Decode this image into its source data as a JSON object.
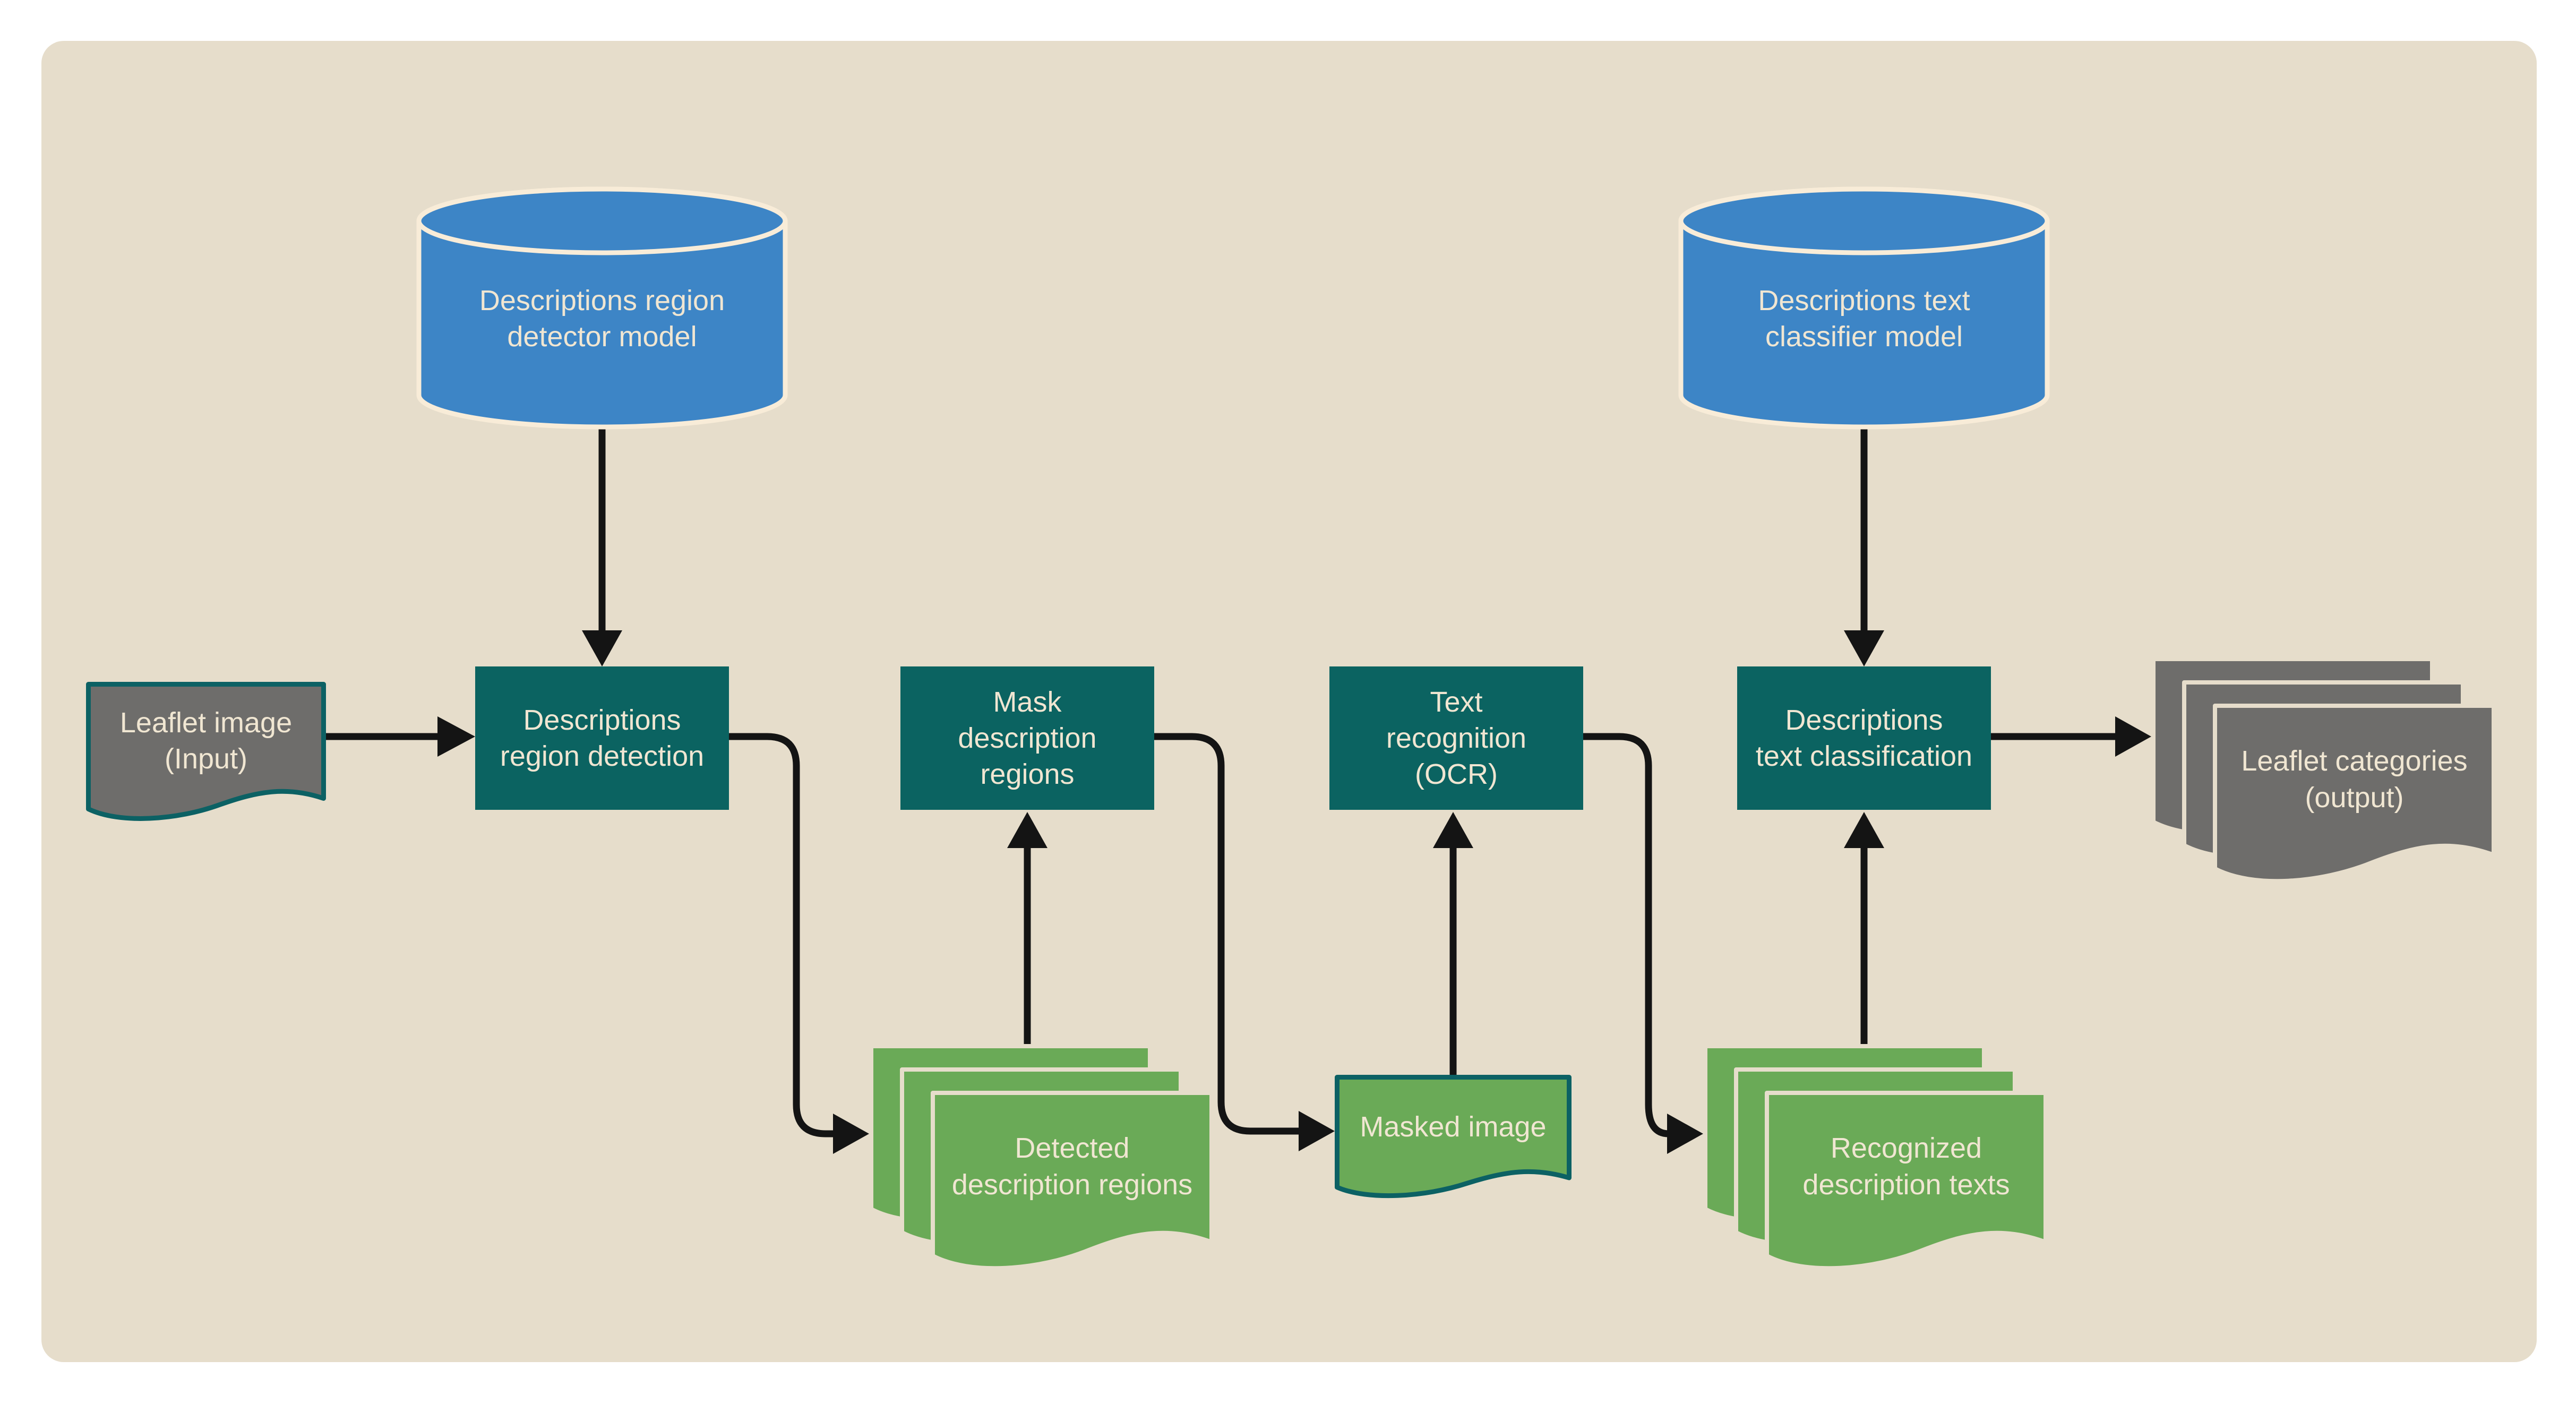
{
  "colors": {
    "background": "#ffffff",
    "panel": "#e6ddcb",
    "database_fill": "#3d85c6",
    "database_border": "#f8ecd8",
    "process_fill": "#0b6361",
    "document_border": "#0c6164",
    "artifact_green": "#6aaa57",
    "artifact_gray": "#6e6d6b",
    "label_text": "#f0e6d2",
    "arrow": "#141414"
  },
  "nodes": {
    "detector_model": {
      "shape": "database",
      "lines": [
        "Descriptions region",
        "detector model"
      ]
    },
    "classifier_model": {
      "shape": "database",
      "lines": [
        "Descriptions text",
        "classifier model"
      ]
    },
    "input_doc": {
      "shape": "document",
      "lines": [
        "Leaflet image",
        "(Input)"
      ]
    },
    "region_detection": {
      "shape": "process",
      "lines": [
        "Descriptions",
        "region detection"
      ]
    },
    "mask_regions": {
      "shape": "process",
      "lines": [
        "Mask",
        "description",
        "regions"
      ]
    },
    "ocr": {
      "shape": "process",
      "lines": [
        "Text",
        "recognition",
        "(OCR)"
      ]
    },
    "text_classification": {
      "shape": "process",
      "lines": [
        "Descriptions",
        "text classification"
      ]
    },
    "detected_regions": {
      "shape": "document-stack",
      "lines": [
        "Detected",
        "description regions"
      ]
    },
    "masked_image": {
      "shape": "document",
      "lines": [
        "Masked image"
      ]
    },
    "recognized_texts": {
      "shape": "document-stack",
      "lines": [
        "Recognized",
        "description texts"
      ]
    },
    "output_doc": {
      "shape": "document-stack",
      "lines": [
        "Leaflet categories",
        "(output)"
      ]
    }
  },
  "edges": [
    {
      "from": "detector_model",
      "to": "region_detection"
    },
    {
      "from": "input_doc",
      "to": "region_detection"
    },
    {
      "from": "region_detection",
      "to": "detected_regions"
    },
    {
      "from": "detected_regions",
      "to": "mask_regions"
    },
    {
      "from": "mask_regions",
      "to": "masked_image"
    },
    {
      "from": "masked_image",
      "to": "ocr"
    },
    {
      "from": "ocr",
      "to": "recognized_texts"
    },
    {
      "from": "recognized_texts",
      "to": "text_classification"
    },
    {
      "from": "classifier_model",
      "to": "text_classification"
    },
    {
      "from": "text_classification",
      "to": "output_doc"
    }
  ]
}
